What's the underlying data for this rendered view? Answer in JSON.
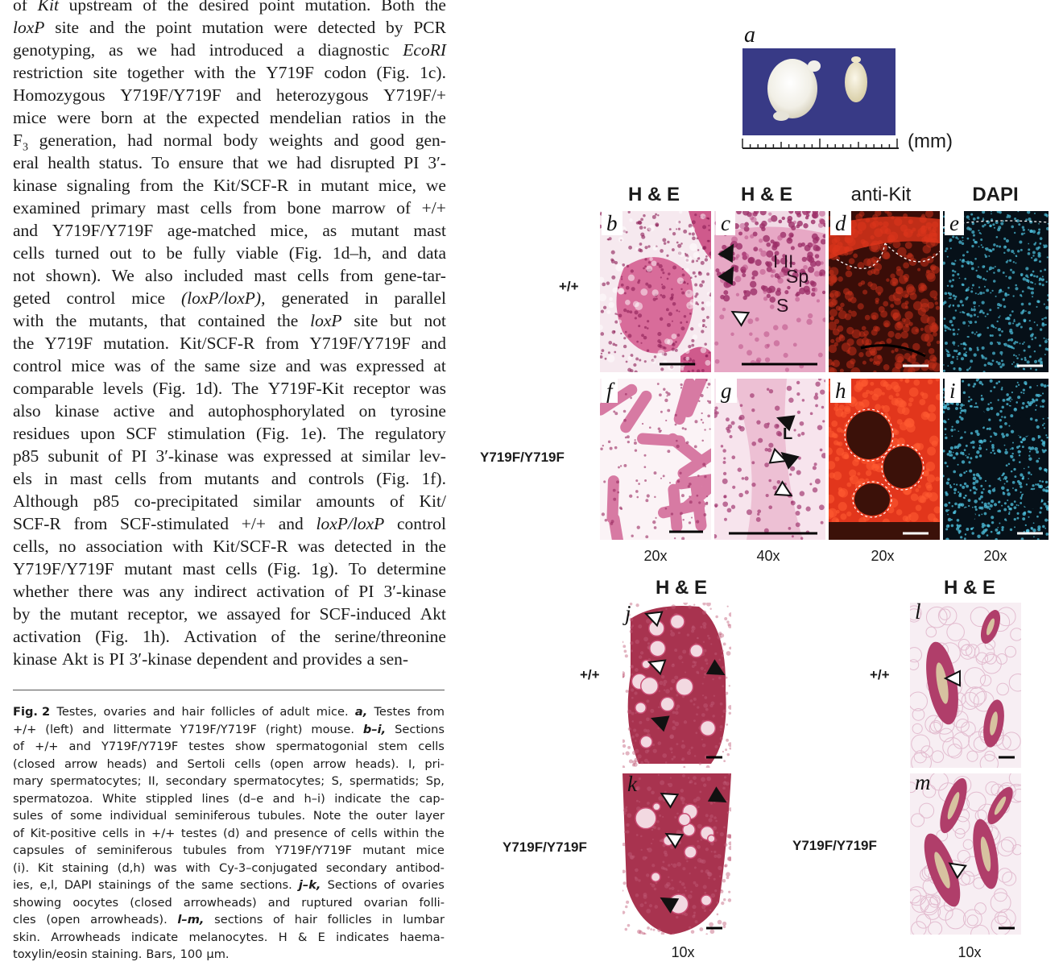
{
  "body_text": [
    [
      "of",
      "Kit",
      "upstream",
      "of",
      "the",
      "desired",
      "point",
      "mutation.",
      "Both",
      "the"
    ],
    [
      "loxP",
      "site",
      "and",
      "the",
      "point",
      "mutation",
      "were",
      "detected",
      "by",
      "PCR"
    ],
    [
      "genotyping,",
      "as",
      "we",
      "had",
      "introduced",
      "a",
      "diagnostic",
      "EcoRI"
    ],
    [
      "restriction",
      "site",
      "together",
      "with",
      "the",
      "Y719F",
      "codon",
      "(Fig.",
      "1c)."
    ],
    [
      "Homozygous",
      "Y719F/Y719F",
      "and",
      "heterozygous",
      "Y719F/+"
    ],
    [
      "mice",
      "were",
      "born",
      "at",
      "the",
      "expected",
      "mendelian",
      "ratios",
      "in",
      "the"
    ],
    [
      "F3",
      "generation,",
      "had",
      "normal",
      "body",
      "weights",
      "and",
      "good",
      "gen-"
    ],
    [
      "eral",
      "health",
      "status.",
      "To",
      "ensure",
      "that",
      "we",
      "had",
      "disrupted",
      "PI",
      "3′-"
    ],
    [
      "kinase",
      "signaling",
      "from",
      "the",
      "Kit/SCF-R",
      "in",
      "mutant",
      "mice,",
      "we"
    ],
    [
      "examined",
      "primary",
      "mast",
      "cells",
      "from",
      "bone",
      "marrow",
      "of",
      "+/+"
    ],
    [
      "and",
      "Y719F/Y719F",
      "age-matched",
      "mice,",
      "as",
      "mutant",
      "mast"
    ],
    [
      "cells",
      "turned",
      "out",
      "to",
      "be",
      "fully",
      "viable",
      "(Fig.",
      "1d–h,",
      "and",
      "data"
    ],
    [
      "not",
      "shown).",
      "We",
      "also",
      "included",
      "mast",
      "cells",
      "from",
      "gene-tar-"
    ],
    [
      "geted",
      "control",
      "mice",
      "(loxP/loxP),",
      "generated",
      "in",
      "parallel"
    ],
    [
      "with",
      "the",
      "mutants,",
      "that",
      "contained",
      "the",
      "loxP",
      "site",
      "but",
      "not"
    ],
    [
      "the",
      "Y719F",
      "mutation.",
      "Kit/SCF-R",
      "from",
      "Y719F/Y719F",
      "and"
    ],
    [
      "control",
      "mice",
      "was",
      "of",
      "the",
      "same",
      "size",
      "and",
      "was",
      "expressed",
      "at"
    ],
    [
      "comparable",
      "levels",
      "(Fig.",
      "1d).",
      "The",
      "Y719F-Kit",
      "receptor",
      "was"
    ],
    [
      "also",
      "kinase",
      "active",
      "and",
      "autophosphorylated",
      "on",
      "tyrosine"
    ],
    [
      "residues",
      "upon",
      "SCF",
      "stimulation",
      "(Fig.",
      "1e).",
      "The",
      "regulatory"
    ],
    [
      "p85",
      "subunit",
      "of",
      "PI",
      "3′-kinase",
      "was",
      "expressed",
      "at",
      "similar",
      "lev-"
    ],
    [
      "els",
      "in",
      "mast",
      "cells",
      "from",
      "mutants",
      "and",
      "controls",
      "(Fig.",
      "1f)."
    ],
    [
      "Although",
      "p85",
      "co-precipitated",
      "similar",
      "amounts",
      "of",
      "Kit/"
    ],
    [
      "SCF-R",
      "from",
      "SCF-stimulated",
      "+/+",
      "and",
      "loxP/loxP",
      "control"
    ],
    [
      "cells,",
      "no",
      "association",
      "with",
      "Kit/SCF-R",
      "was",
      "detected",
      "in",
      "the"
    ],
    [
      "Y719F/Y719F",
      "mutant",
      "mast",
      "cells",
      "(Fig.",
      "1g).",
      "To",
      "determine"
    ],
    [
      "whether",
      "there",
      "was",
      "any",
      "indirect",
      "activation",
      "of",
      "PI",
      "3′-kinase"
    ],
    [
      "by",
      "the",
      "mutant",
      "receptor,",
      "we",
      "assayed",
      "for",
      "SCF-induced",
      "Akt"
    ],
    [
      "activation",
      "(Fig.",
      "1h).",
      "Activation",
      "of",
      "the",
      "serine/threonine"
    ],
    [
      "kinase",
      "Akt",
      "is",
      "PI",
      "3′-kinase",
      "dependent",
      "and",
      "provides",
      "a",
      "sen-"
    ]
  ],
  "caption": [
    [
      "Fig. 2",
      "Testes,",
      "ovaries",
      "and",
      "hair",
      "follicles",
      "of",
      "adult",
      "mice.",
      "a,",
      "Testes",
      "from"
    ],
    [
      "+/+",
      "(left)",
      "and",
      "littermate",
      "Y719F/Y719F",
      "(right)",
      "mouse.",
      "b–i,",
      "Sections"
    ],
    [
      "of",
      "+/+",
      "and",
      "Y719F/Y719F",
      "testes",
      "show",
      "spermatogonial",
      "stem",
      "cells"
    ],
    [
      "(closed",
      "arrow",
      "heads)",
      "and",
      "Sertoli",
      "cells",
      "(open",
      "arrow",
      "heads).",
      "I,",
      "pri-"
    ],
    [
      "mary",
      "spermatocytes;",
      "II,",
      "secondary",
      "spermatocytes;",
      "S,",
      "spermatids;",
      "Sp,"
    ],
    [
      "spermatozoa.",
      "White",
      "stippled",
      "lines",
      "(d–e",
      "and",
      "h–i)",
      "indicate",
      "the",
      "cap-"
    ],
    [
      "sules",
      "of",
      "some",
      "individual",
      "seminiferous",
      "tubules.",
      "Note",
      "the",
      "outer",
      "layer"
    ],
    [
      "of",
      "Kit-positive",
      "cells",
      "in",
      "+/+",
      "testes",
      "(d)",
      "and",
      "presence",
      "of",
      "cells",
      "within",
      "the"
    ],
    [
      "capsules",
      "of",
      "seminiferous",
      "tubules",
      "from",
      "Y719F/Y719F",
      "mutant",
      "mice"
    ],
    [
      "(i).",
      "Kit",
      "staining",
      "(d,h)",
      "was",
      "with",
      "Cy-3–conjugated",
      "secondary",
      "antibod-"
    ],
    [
      "ies,",
      "e,l,",
      "DAPI",
      "stainings",
      "of",
      "the",
      "same",
      "sections.",
      "j–k,",
      "Sections",
      "of",
      "ovaries"
    ],
    [
      "showing",
      "oocytes",
      "(closed",
      "arrowheads)",
      "and",
      "ruptured",
      "ovarian",
      "folli-"
    ],
    [
      "cles",
      "(open",
      "arrowheads).",
      "l–m,",
      "sections",
      "of",
      "hair",
      "follicles",
      "in",
      "lumbar"
    ],
    [
      "skin.",
      "Arrowheads",
      "indicate",
      "melanocytes.",
      "H",
      "&",
      "E",
      "indicates",
      "haema-"
    ],
    [
      "toxylin/eosin",
      "staining.",
      "Bars,",
      "100",
      "μm."
    ]
  ],
  "figure": {
    "panel_a": {
      "letter": "a",
      "scale_unit": "(mm)"
    },
    "testes_columns": [
      "H & E",
      "H & E",
      "anti-Kit",
      "DAPI"
    ],
    "testes_magnifications": [
      "20x",
      "40x",
      "20x",
      "20x"
    ],
    "testes_rows": [
      "+/+",
      "Y719F/Y719F"
    ],
    "testes_letters": [
      "b",
      "c",
      "d",
      "e",
      "f",
      "g",
      "h",
      "i"
    ],
    "c_labels": [
      "I",
      "II",
      "Sp",
      "S"
    ],
    "g_label": "L",
    "bottom_headers": [
      "H & E",
      "H & E"
    ],
    "bottom_rows_left": [
      "+/+",
      "Y719F/Y719F"
    ],
    "bottom_rows_right": [
      "+/+",
      "Y719F/Y719F"
    ],
    "bottom_letters": [
      "j",
      "k",
      "l",
      "m"
    ],
    "bottom_magnifications": [
      "10x",
      "10x"
    ]
  },
  "colors": {
    "he_background": "#f4e3ea",
    "he_tissue": "#c2457a",
    "ovary_tissue": "#a8334f",
    "kit_red": "#e2361c",
    "kit_dark": "#3a0d08",
    "dapi_cyan": "#4fc3e0",
    "dapi_dark": "#061018",
    "photo_blue": "#3a3b8a"
  }
}
